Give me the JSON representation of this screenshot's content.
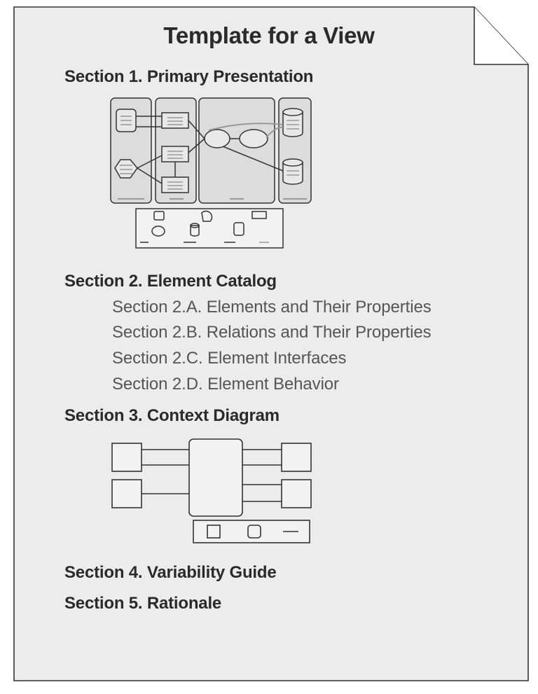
{
  "document": {
    "title": "Template for a View",
    "sections": [
      {
        "label": "Section 1. Primary Presentation"
      },
      {
        "label": "Section 2. Element Catalog",
        "subsections": [
          "Section 2.A. Elements and Their Properties",
          "Section 2.B. Relations and Their Properties",
          "Section 2.C. Element Interfaces",
          "Section 2.D. Element Behavior"
        ]
      },
      {
        "label": "Section 3. Context Diagram"
      },
      {
        "label": "Section 4. Variability Guide"
      },
      {
        "label": "Section 5. Rationale"
      }
    ]
  },
  "colors": {
    "page_fill": "#ececec",
    "page_border": "#333333",
    "text_dark": "#2a2a2a",
    "text_gray": "#555555",
    "line_dark": "#333333",
    "line_light": "#999999"
  }
}
